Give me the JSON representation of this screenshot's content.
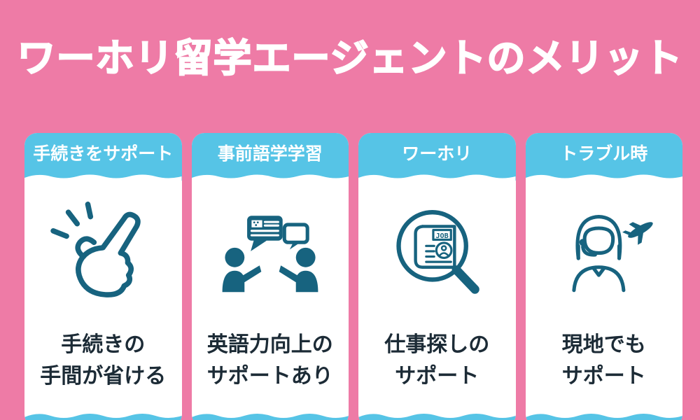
{
  "title": "ワーホリ留学エージェントのメリット",
  "colors": {
    "background": "#EE7BA6",
    "badge_blue": "#56C4E6",
    "card_white": "#FFFFFF",
    "icon_teal": "#17637F",
    "text_dark": "#1C2B36",
    "title_white": "#FFFFFF"
  },
  "cards": [
    {
      "badge": "手続きをサポート",
      "icon": "snap-fingers-icon",
      "caption": "手続きの\n手間が省ける"
    },
    {
      "badge": "事前語学学習",
      "icon": "conversation-icon",
      "caption": "英語力向上の\nサポートあり"
    },
    {
      "badge": "ワーホリ",
      "icon": "job-search-icon",
      "caption": "仕事探しの\nサポート"
    },
    {
      "badge": "トラブル時",
      "icon": "support-agent-icon",
      "caption": "現地でも\nサポート"
    }
  ],
  "job_icon_text": "JOB"
}
